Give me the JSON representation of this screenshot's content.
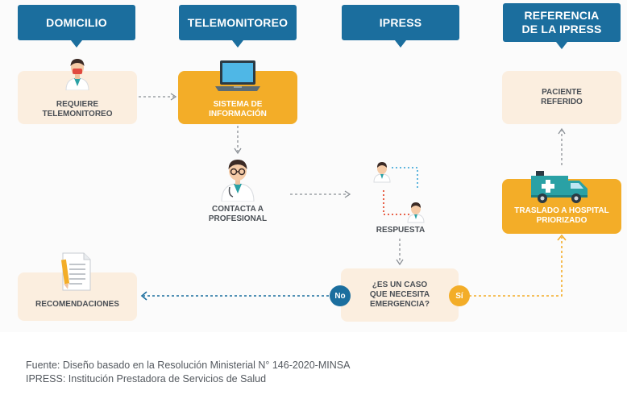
{
  "headers": {
    "domicilio": "DOMICILIO",
    "telemonitoreo": "TELEMONITOREO",
    "ipress": "IPRESS",
    "referencia_line1": "REFERENCIA",
    "referencia_line2": "DE LA IPRESS"
  },
  "nodes": {
    "requiere_line1": "REQUIERE",
    "requiere_line2": "TELEMONITOREO",
    "sistema_line1": "SISTEMA DE",
    "sistema_line2": "INFORMACIÓN",
    "contacta_line1": "CONTACTA A",
    "contacta_line2": "PROFESIONAL",
    "respuesta": "RESPUESTA",
    "pregunta_line1": "¿ES UN CASO",
    "pregunta_line2": "QUE NECESITA",
    "pregunta_line3": "EMERGENCIA?",
    "recomendaciones": "RECOMENDACIONES",
    "traslado_line1": "TRASLADO A HOSPITAL",
    "traslado_line2": "PRIORIZADO",
    "paciente_line1": "PACIENTE",
    "paciente_line2": "REFERIDO"
  },
  "decisions": {
    "no": "No",
    "si": "Sí"
  },
  "footer": {
    "fuente": "Fuente: Diseño basado en la Resolución Ministerial N° 146-2020-MINSA",
    "ipress_def": "IPRESS: Institución Prestadora de Servicios de Salud"
  },
  "colors": {
    "header_blue": "#1b6e9e",
    "box_cream": "#fbeedf",
    "box_orange": "#f3ad28",
    "no_blue": "#1b6e9e",
    "si_orange": "#f3ad28"
  },
  "icons": [
    "doctor-icon",
    "laptop-icon",
    "doctor-glasses-icon",
    "chat-doctors-icon",
    "document-pencil-icon",
    "ambulance-icon"
  ]
}
